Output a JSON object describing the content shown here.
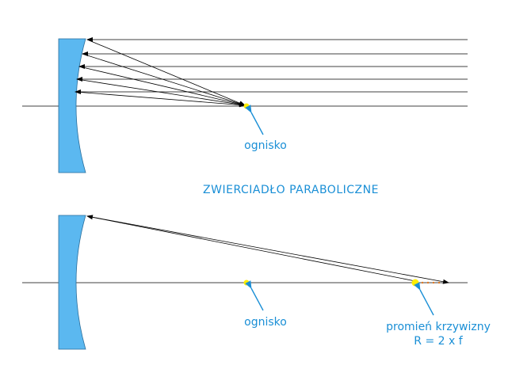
{
  "title": "ZWIERCIADŁO PARABOLICZNE",
  "top_diagram": {
    "focus_label": "ognisko"
  },
  "bottom_diagram": {
    "focus_label": "ognisko",
    "radius_label_line1": "promień krzywizny",
    "radius_label_line2": "R = 2 x f"
  },
  "colors": {
    "mirror": "#5bb8f0",
    "label": "#1a8fd6",
    "focus": "#ffee00",
    "ray": "#000000",
    "pointer_arrow": "#1a8fd6",
    "dots": "#e07820"
  }
}
